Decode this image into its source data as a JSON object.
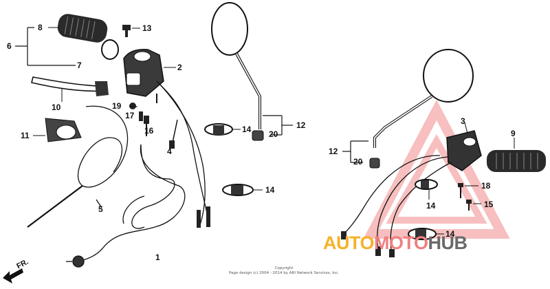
{
  "callouts": [
    "1",
    "2",
    "3",
    "4",
    "5",
    "6",
    "7",
    "8",
    "9",
    "10",
    "11",
    "12",
    "12",
    "13",
    "14",
    "14",
    "14",
    "14",
    "15",
    "16",
    "17",
    "18",
    "19",
    "20",
    "20"
  ],
  "direction_label": "FR.",
  "copyright": {
    "line1": "Copyright",
    "line2": "Page design (c) 2004 - 2014 by ARI Network Services, Inc."
  },
  "watermark": {
    "part1": "AUTO",
    "part2": "MOTO",
    "part3": "HUB",
    "colors": {
      "auto": "#f6b22a",
      "moto": "#f08080",
      "hub": "#6a6a6a",
      "triangle": "#f28b8b"
    }
  }
}
